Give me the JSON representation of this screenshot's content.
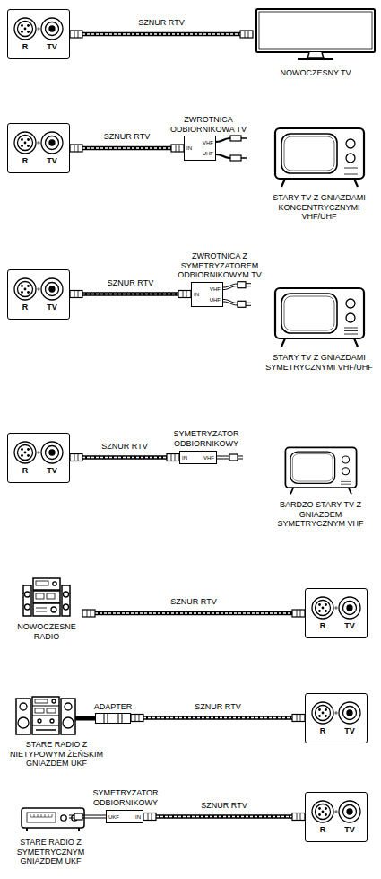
{
  "diagram": {
    "nodes": [
      {
        "text": [
          "R",
          "TV"
        ]
      },
      {
        "text": [
          "NOWOCZESNY TV"
        ]
      },
      {
        "text": [
          "R",
          "TV"
        ]
      },
      {
        "text": [
          "ZWROTNICA ODBIORNIKOWA TV",
          "IN",
          "VHF",
          "UHF"
        ]
      },
      {
        "text": [
          "STARY TV Z GNIAZDAMI KONCENTRYCZNYMI VHF/UHF"
        ]
      },
      {
        "text": [
          "R",
          "TV"
        ]
      },
      {
        "text": [
          "ZWROTNICA Z SYMETRYZATOREM ODBIORNIKOWYM TV",
          "IN",
          "VHF",
          "UHF"
        ]
      },
      {
        "text": [
          "STARY TV Z GNIAZDAMI SYMETRYCZNYMI VHF/UHF"
        ]
      },
      {
        "text": [
          "R",
          "TV"
        ]
      },
      {
        "text": [
          "SYMETRYZATOR ODBIORNIKOWY",
          "IN",
          "VHF"
        ]
      },
      {
        "text": [
          "BARDZO STARY TV Z GNIAZDEM SYMETRYCZNYM VHF"
        ]
      },
      {
        "text": [
          "NOWOCZESNE RADIO"
        ]
      },
      {
        "text": [
          "R",
          "TV"
        ]
      },
      {
        "text": [
          "STARE RADIO Z NIETYPOWYM ŻEŃSKIM GNIAZDEM UKF"
        ]
      },
      {
        "text": [
          "ADAPTER"
        ]
      },
      {
        "text": [
          "R",
          "TV"
        ]
      },
      {
        "text": [
          "STARE RADIO Z SYMETRYCZNYM GNIAZDEM UKF"
        ]
      },
      {
        "text": [
          "SYMETRYZATOR ODBIORNIKOWY",
          "UKF",
          "IN"
        ]
      },
      {
        "text": [
          "R",
          "TV"
        ]
      }
    ],
    "edges": [
      {
        "from": 0,
        "to": 1,
        "label": "SZNUR RTV",
        "arrow": "none"
      },
      {
        "from": 2,
        "to": 3,
        "label": "SZNUR RTV",
        "arrow": "none"
      },
      {
        "from": 5,
        "to": 6,
        "label": "SZNUR RTV",
        "arrow": "none"
      },
      {
        "from": 8,
        "to": 9,
        "label": "SZNUR RTV",
        "arrow": "none"
      },
      {
        "from": 11,
        "to": 12,
        "label": "SZNUR RTV",
        "arrow": "none"
      },
      {
        "from": 14,
        "to": 15,
        "label": "SZNUR RTV",
        "arrow": "none"
      },
      {
        "from": 17,
        "to": 18,
        "label": "SZNUR RTV",
        "arrow": "none"
      }
    ]
  }
}
